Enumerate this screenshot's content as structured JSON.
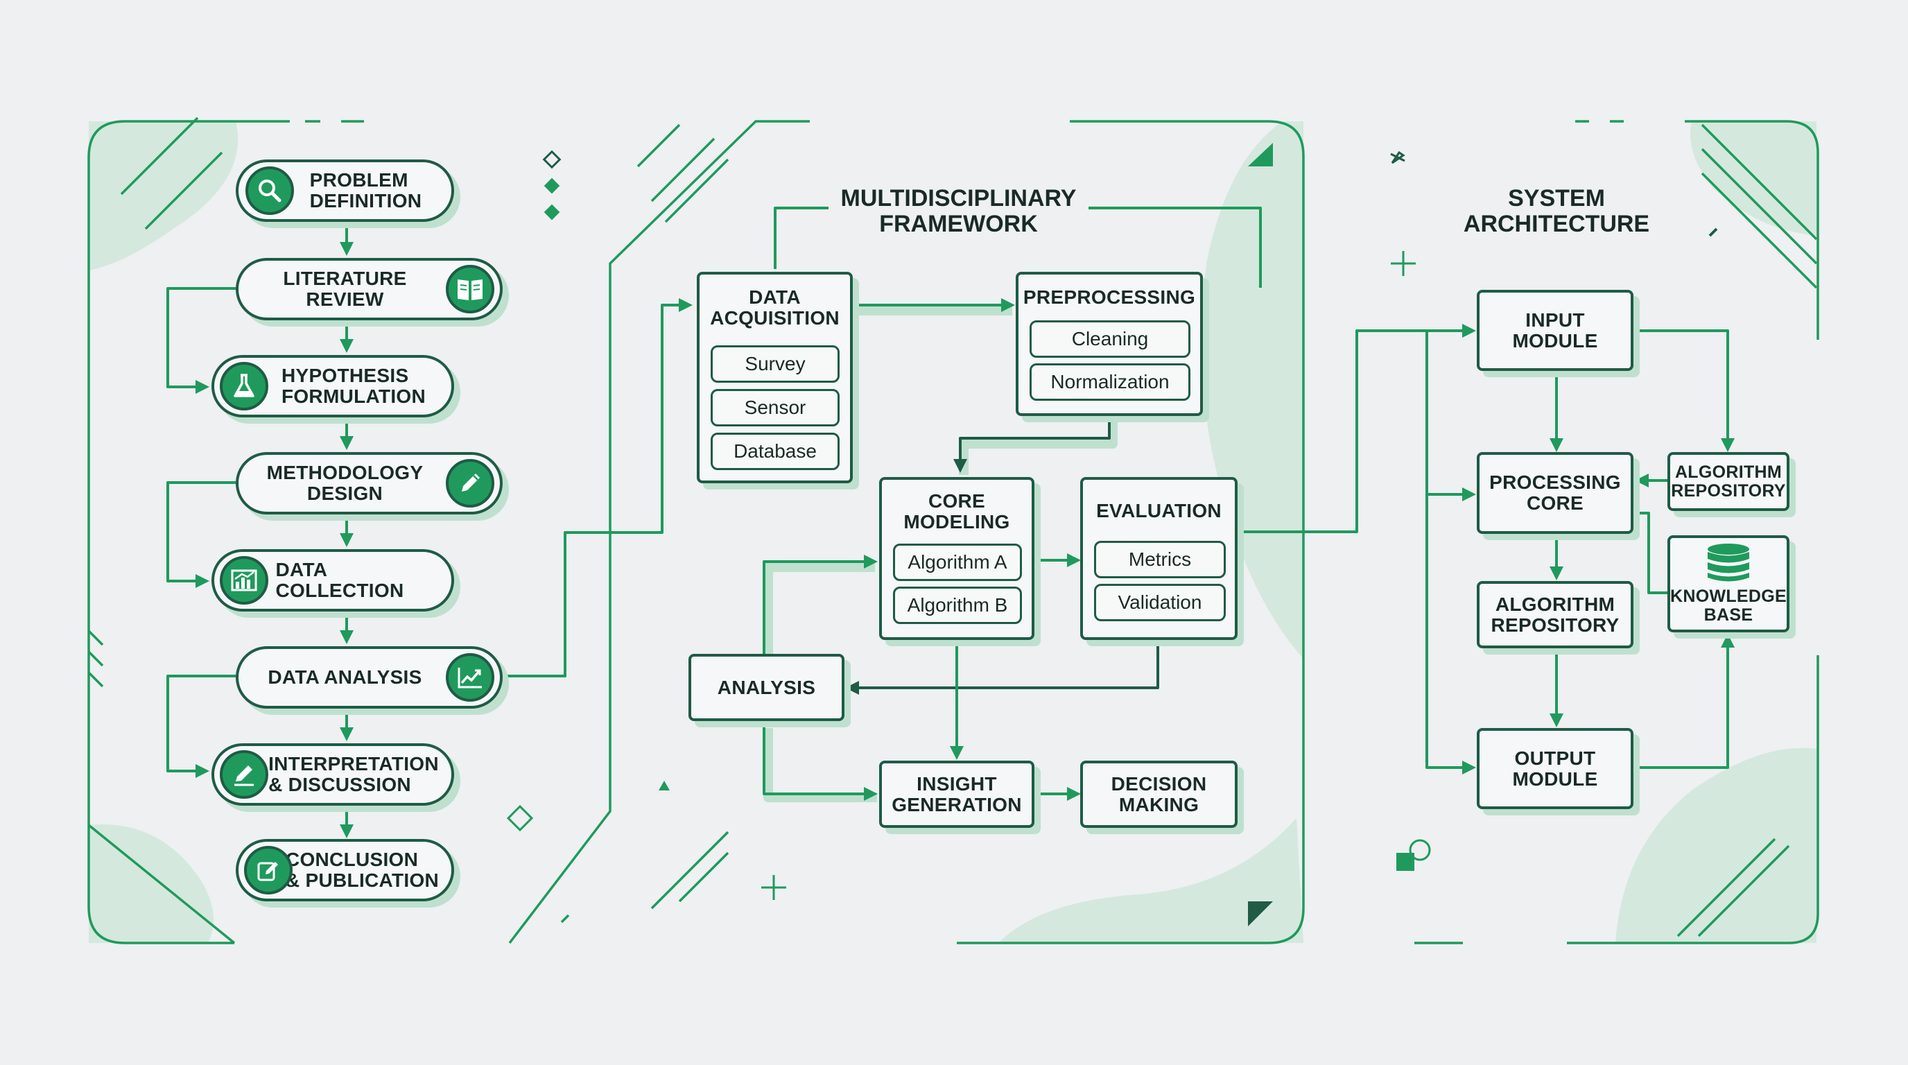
{
  "colors": {
    "accent": "#1f9a5c",
    "dark_green": "#1f5b45",
    "shadow": "#bfe0cf",
    "background": "#eef0f2"
  },
  "research_process": {
    "steps": [
      {
        "label": "PROBLEM\nDEFINITION",
        "icon": "magnifier-icon"
      },
      {
        "label": "LITERATURE\nREVIEW",
        "icon": "book-icon"
      },
      {
        "label": "HYPOTHESIS\nFORMULATION",
        "icon": "flask-icon"
      },
      {
        "label": "METHODOLOGY\nDESIGN",
        "icon": "pencil-icon"
      },
      {
        "label": "DATA\nCOLLECTION",
        "icon": "bar-chart-icon"
      },
      {
        "label": "DATA ANALYSIS",
        "icon": "line-chart-icon"
      },
      {
        "label": "INTERPRETATION\n& DISCUSSION",
        "icon": "pen-icon"
      },
      {
        "label": "CONCLUSION\n& PUBLICATION",
        "icon": "edit-icon"
      }
    ]
  },
  "framework": {
    "title": "MULTIDISCIPLINARY\nFRAMEWORK",
    "data_acquisition": {
      "label": "DATA\nACQUISITION",
      "items": [
        "Survey",
        "Sensor",
        "Database"
      ]
    },
    "preprocessing": {
      "label": "PREPROCESSING",
      "items": [
        "Cleaning",
        "Normalization"
      ]
    },
    "core_modeling": {
      "label": "CORE\nMODELING",
      "items": [
        "Algorithm A",
        "Algorithm B"
      ]
    },
    "evaluation": {
      "label": "EVALUATION",
      "items": [
        "Metrics",
        "Validation"
      ]
    },
    "analysis": {
      "label": "ANALYSIS"
    },
    "insight_generation": {
      "label": "INSIGHT\nGENERATION"
    },
    "decision_making": {
      "label": "DECISION\nMAKING"
    }
  },
  "architecture": {
    "title": "SYSTEM\nARCHITECTURE",
    "input_module": "INPUT\nMODULE",
    "processing_core": "PROCESSING\nCORE",
    "algorithm_repository": "ALGORITHM\nREPOSITORY",
    "algorithm_repository_side": "ALGORITHM\nREPOSITORY",
    "knowledge_base": "KNOWLEDGE\nBASE",
    "output_module": "OUTPUT\nMODULE"
  }
}
